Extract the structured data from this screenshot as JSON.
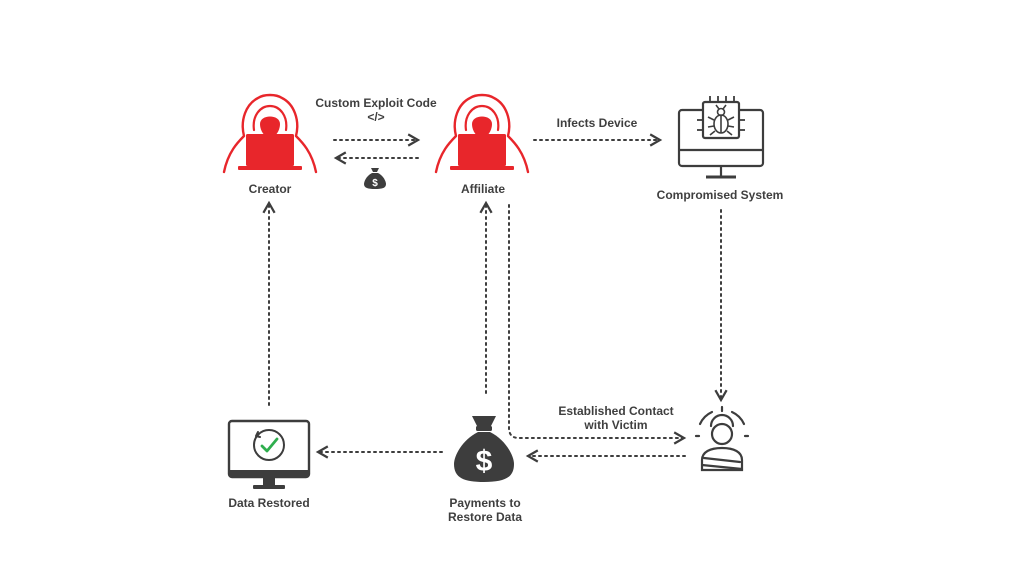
{
  "nodes": {
    "creator": {
      "label": "Creator",
      "icon": "hooded-hacker-icon"
    },
    "affiliate": {
      "label": "Affiliate",
      "icon": "hooded-hacker-icon"
    },
    "compromised_system": {
      "label": "Compromised System",
      "icon": "bug-monitor-icon"
    },
    "victim": {
      "label": "",
      "icon": "targeted-person-icon"
    },
    "payments": {
      "label_line1": "Payments to",
      "label_line2": "Restore Data",
      "icon": "money-bag-icon"
    },
    "data_restored": {
      "label": "Data Restored",
      "icon": "restored-monitor-icon"
    }
  },
  "edges": {
    "exploit": {
      "label": "Custom Exploit Code",
      "sublabel": "</>"
    },
    "payment_to_creator": {
      "icon": "small-money-bag-icon"
    },
    "infects": {
      "label": "Infects Device"
    },
    "contact": {
      "label_line1": "Established Contact",
      "label_line2": "with Victim"
    }
  },
  "colors": {
    "hacker_red": "#e8262b",
    "icon_dark": "#3d3d3d",
    "text": "#3f3f3f",
    "check_green": "#2fae4e"
  }
}
